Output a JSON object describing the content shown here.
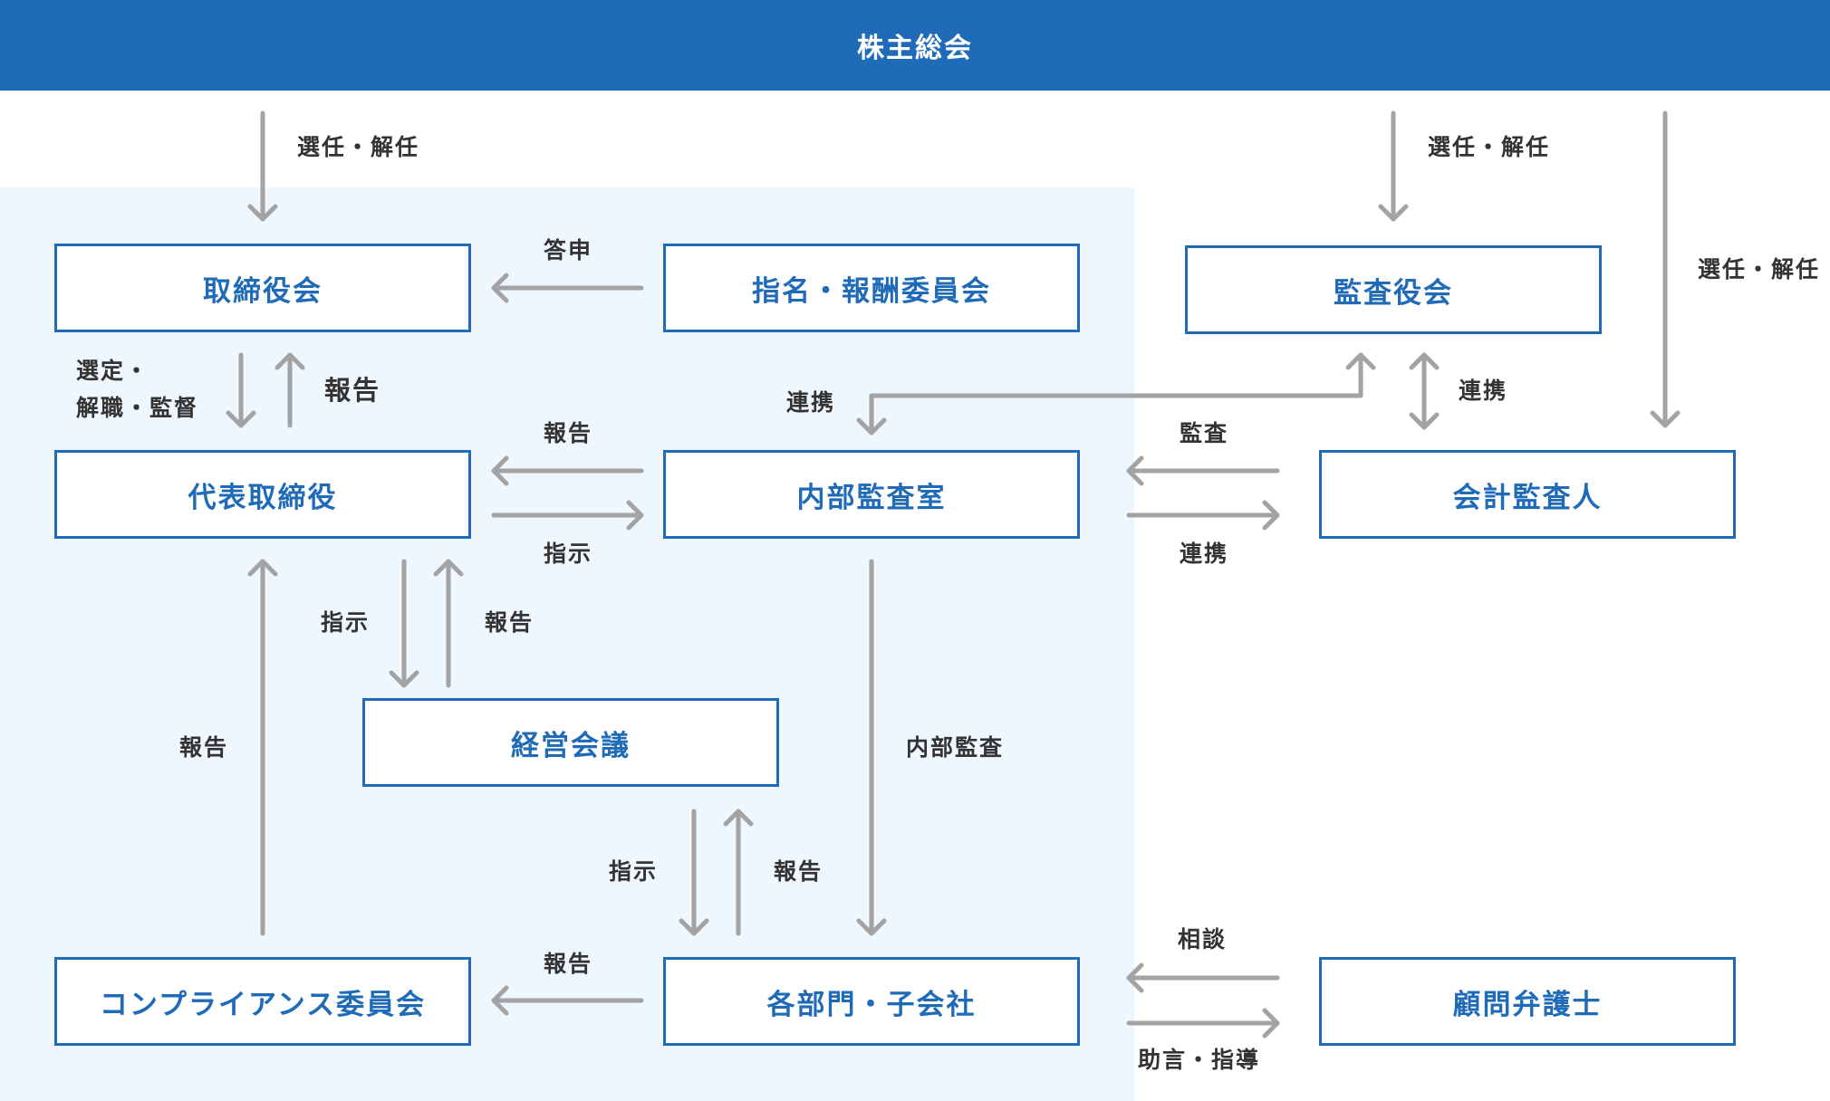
{
  "header": {
    "title": "株主総会"
  },
  "boxes": {
    "board": "取締役会",
    "nomination": "指名・報酬委員会",
    "audit_board": "監査役会",
    "president": "代表取締役",
    "internal_audit_office": "内部監査室",
    "accounting_auditor": "会計監査人",
    "management_meeting": "経営会議",
    "compliance": "コンプライアンス委員会",
    "departments": "各部門・子会社",
    "legal_advisor": "顧問弁護士"
  },
  "labels": {
    "elect_left": "選任・解任",
    "elect_right": "選任・解任",
    "elect_far": "選任・解任",
    "report_reply": "答申",
    "select_line1": "選定・",
    "select_line2": "解職・監督",
    "report_board": "報告",
    "cooperate_top": "連携",
    "cooperate_audit": "連携",
    "report_internal": "報告",
    "instruct_internal": "指示",
    "audit": "監査",
    "cooperate_accounting": "連携",
    "instruct_mgmt": "指示",
    "report_mgmt": "報告",
    "report_compliance": "報告",
    "internal_audit": "内部監査",
    "instruct_dept": "指示",
    "report_dept": "報告",
    "report_dept_compliance": "報告",
    "consult": "相談",
    "advice": "助言・指導"
  }
}
